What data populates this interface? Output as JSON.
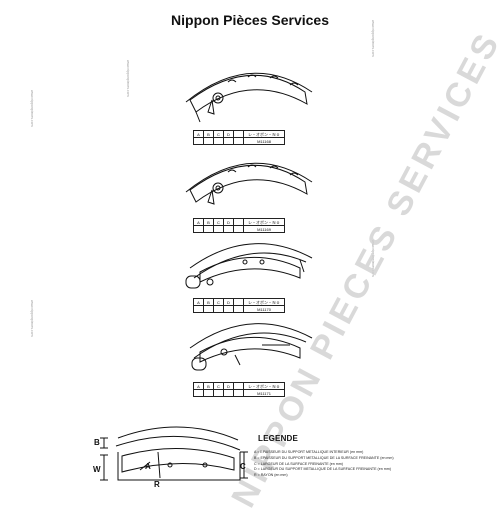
{
  "document": {
    "title": "Nippon Pièces Services",
    "watermark": "NIPPON PIECES SERVICES",
    "side_text": "www.nipponpieces.com",
    "shoes": [
      {
        "headers": [
          "A",
          "B",
          "C",
          "D",
          "",
          "レ・オボン・Ｎｏ"
        ],
        "values": [
          "",
          "",
          "",
          "",
          "",
          "M11168"
        ]
      },
      {
        "headers": [
          "A",
          "B",
          "C",
          "D",
          "",
          "レ・オボン・Ｎｏ"
        ],
        "values": [
          "",
          "",
          "",
          "",
          "",
          "M11169"
        ]
      },
      {
        "headers": [
          "A",
          "B",
          "C",
          "D",
          "",
          "レ・オボン・Ｎｏ"
        ],
        "values": [
          "",
          "",
          "",
          "",
          "",
          "M11170"
        ]
      },
      {
        "headers": [
          "A",
          "B",
          "C",
          "D",
          "",
          "レ・オボン・Ｎｏ"
        ],
        "values": [
          "",
          "",
          "",
          "",
          "",
          "M11171"
        ]
      }
    ],
    "diagram_labels": {
      "b": "B",
      "w": "W",
      "a": "A",
      "r": "R",
      "c": "C"
    },
    "legend": {
      "title": "LEGENDE",
      "items": [
        "A = EPAISSEUR DU SUPPORT METALLIQUE INTERIEUR (en mm)",
        "B = EPAISSEUR DU SUPPORT METALLIQUE DE LA SURFACE FREINANTE (en mm)",
        "C = LARGEUR DE LA SURFACE FREINANTE (en mm)",
        "D = LARGEUR DU SUPPORT METALLIQUE DE LA SURFACE FREINANTE (en mm)",
        "R = RAYON (en mm)"
      ]
    }
  },
  "colors": {
    "ink": "#111111",
    "watermark": "#c8c8c8",
    "side_text": "#9a9a9a"
  }
}
